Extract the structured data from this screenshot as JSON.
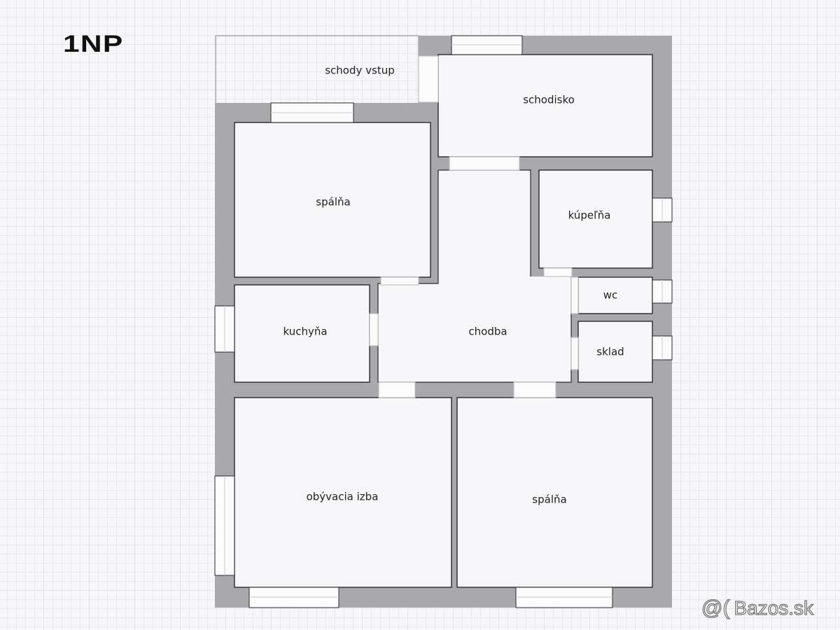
{
  "floor_title": "1NP",
  "rooms": {
    "entrance_stairs": "schody vstup",
    "staircase": "schodisko",
    "bedroom_1": "spálňa",
    "bathroom": "kúpeľňa",
    "wc": "wc",
    "kitchen": "kuchyňa",
    "hallway": "chodba",
    "storage": "sklad",
    "living_room": "obývacia izba",
    "bedroom_2": "spálňa"
  },
  "watermark": {
    "symbol": "@(",
    "text": "Bazos.sk"
  },
  "colors": {
    "wall": "#a9a9ad",
    "room_fill": "#f7f7f9",
    "window_fill": "#fbfbfc",
    "grid": "#e2e2e8"
  }
}
